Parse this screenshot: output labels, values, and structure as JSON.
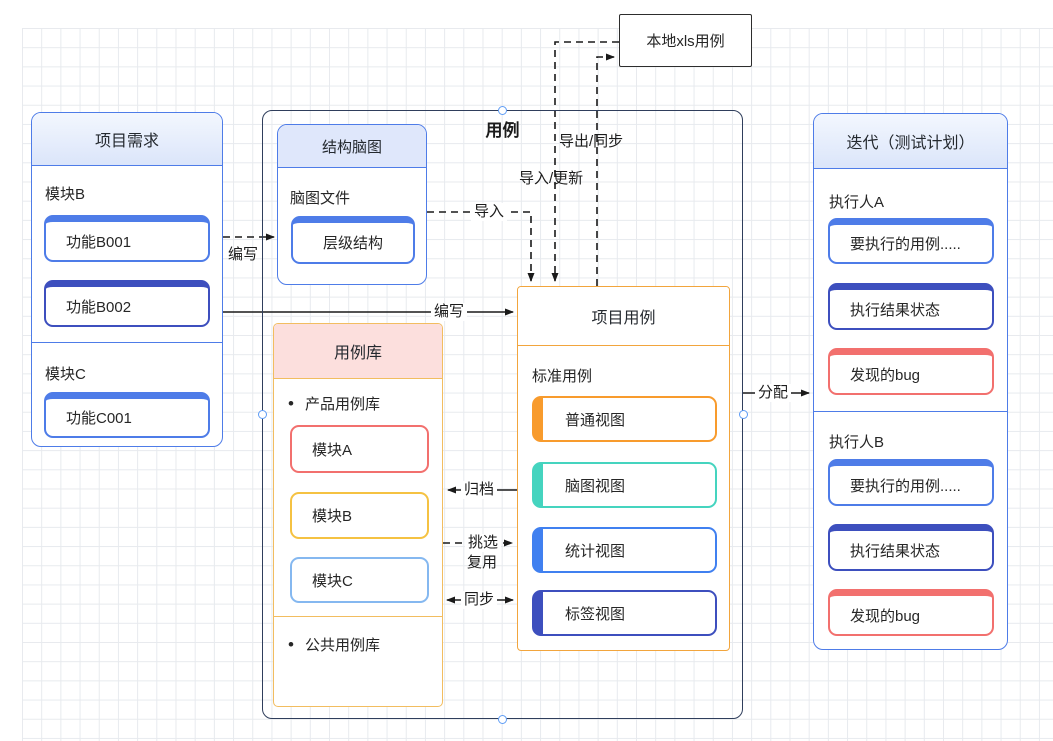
{
  "palette": {
    "canvas_bg": "#ffffff",
    "grid_line": "#e7eaee",
    "container_border": "#2f3e5c",
    "blue_border": "#4e7ce8",
    "indigo": "#3d4fbe",
    "red": "#f2706e",
    "yellow": "#f5c242",
    "light_blue": "#85b8f0",
    "orange_border": "#f2bd60",
    "orange_deep": "#f2a53d",
    "orange_item": "#f89b2d",
    "teal": "#45d4bf",
    "blue_item": "#4080f0",
    "pink_header": "#fcdfdd",
    "black_box_border": "#2d2d2d",
    "handle": "#5e9cf5"
  },
  "local_xls_box": {
    "label": "本地xls用例"
  },
  "container": {
    "title": "用例"
  },
  "requirements": {
    "title": "项目需求",
    "module_b": {
      "label": "模块B",
      "items": [
        "功能B001",
        "功能B002"
      ]
    },
    "module_c": {
      "label": "模块C",
      "items": [
        "功能C001"
      ]
    }
  },
  "mindmap": {
    "title": "结构脑图",
    "file_label": "脑图文件",
    "item": "层级结构"
  },
  "case_library": {
    "title": "用例库",
    "bullet": "•",
    "product_label": "产品用例库",
    "items": [
      "模块A",
      "模块B",
      "模块C"
    ],
    "public_label": "公共用例库"
  },
  "project_cases": {
    "title": "项目用例",
    "subtitle": "标准用例",
    "views": [
      "普通视图",
      "脑图视图",
      "统计视图",
      "标签视图"
    ]
  },
  "iteration": {
    "title": "迭代（测试计划）",
    "executors": [
      {
        "label": "执行人A",
        "items": [
          "要执行的用例.....",
          "执行结果状态",
          "发现的bug"
        ]
      },
      {
        "label": "执行人B",
        "items": [
          "要执行的用例.....",
          "执行结果状态",
          "发现的bug"
        ]
      }
    ]
  },
  "edges": {
    "write_mindmap": "编写",
    "write_cases": "编写",
    "import_mindmap": "导入",
    "export_sync": "导出/同步",
    "import_update": "导入/更新",
    "archive": "归档",
    "pick_line1": "挑选",
    "pick_line2": "复用",
    "sync": "同步",
    "assign": "分配"
  }
}
